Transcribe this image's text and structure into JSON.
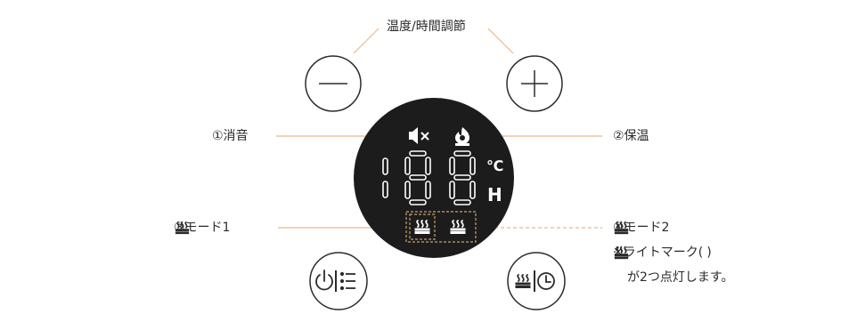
{
  "labels": {
    "adjust": "温度/時間調節",
    "mute": "①消音",
    "keep_warm": "②保温",
    "mode1": "③モード1",
    "mode2": "④モード2",
    "lights_note_prefix": "※ライトマーク(",
    "lights_note_suffix": ")",
    "lights_note_line2": "が2つ点灯します。"
  },
  "display": {
    "celsius_unit": "℃",
    "hour_unit": "H"
  },
  "icons": [
    "minus-icon",
    "plus-icon",
    "mute-speaker-icon",
    "flame-icon",
    "steam-heat-icon",
    "power-icon",
    "list-icon",
    "clock-icon"
  ],
  "colors": {
    "leader_line": "#e7b98a",
    "panel": "#1c1c1c",
    "display_glyph": "#ffffff",
    "highlight_box": "#c9a068",
    "icon_dark": "#2b2b2b"
  }
}
